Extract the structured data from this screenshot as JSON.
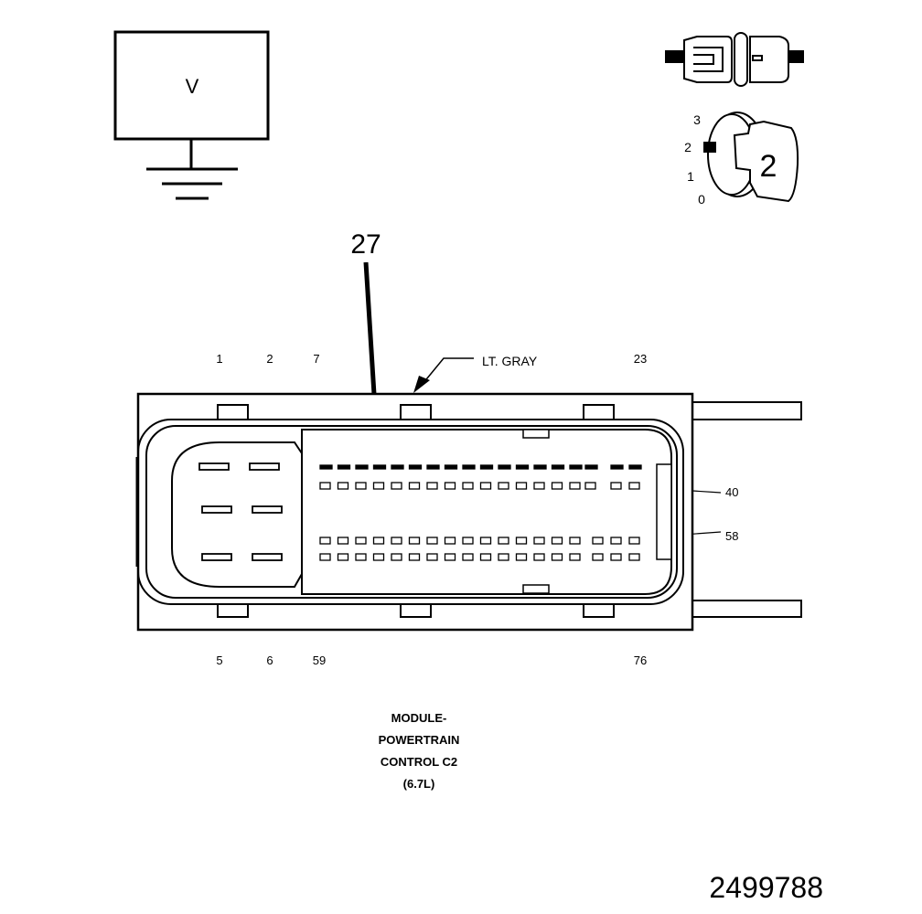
{
  "voltmeter": {
    "label": "V"
  },
  "ignition": {
    "positions": [
      "3",
      "2",
      "1",
      "0"
    ],
    "key_label": "2"
  },
  "callout": {
    "label": "27"
  },
  "connector": {
    "color_label": "LT. GRAY",
    "pin_labels_top": [
      "1",
      "2",
      "7",
      "23"
    ],
    "pin_labels_bottom": [
      "5",
      "6",
      "59",
      "76"
    ],
    "pin_labels_right": [
      "40",
      "58"
    ]
  },
  "caption": {
    "lines": [
      "MODULE-",
      "POWERTRAIN",
      "CONTROL C2",
      "(6.7L)"
    ]
  },
  "figure_id": "2499788"
}
